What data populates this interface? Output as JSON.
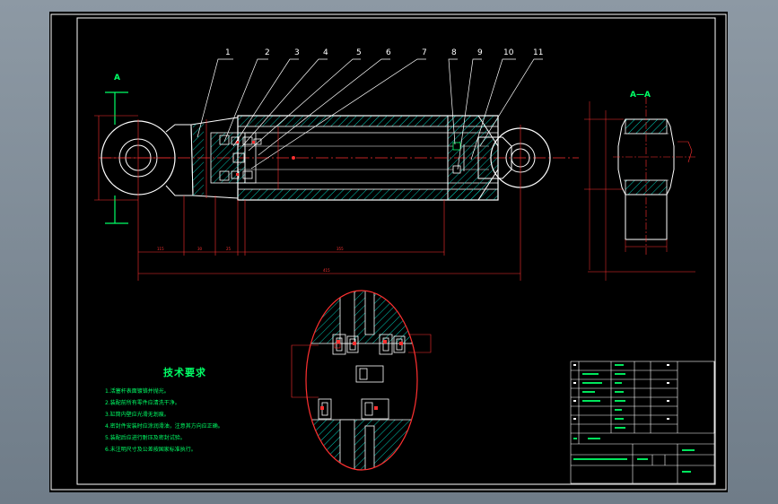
{
  "balloons": [
    "1",
    "2",
    "3",
    "4",
    "5",
    "6",
    "7",
    "8",
    "9",
    "10",
    "11"
  ],
  "section_marks": {
    "left_a": "A",
    "view_title": "A—A"
  },
  "tech_requirements": {
    "title": "技术要求",
    "items": [
      "1.活塞杆表面镀铬并抛光。",
      "2.装配前所有零件应清洗干净。",
      "3.缸筒内壁应光滑无划痕。",
      "4.密封件安装时应涂润滑油，注意其方向应正确。",
      "5.装配后应进行耐压及密封试验。",
      "6.未注明尺寸及公差按国家标准执行。"
    ]
  },
  "colors": {
    "frame": "#ffffff",
    "line": "#ffffff",
    "dim": "#ff3030",
    "hatch": "#00c8b4",
    "text": "#00ff66",
    "accent": "#00ff66"
  }
}
